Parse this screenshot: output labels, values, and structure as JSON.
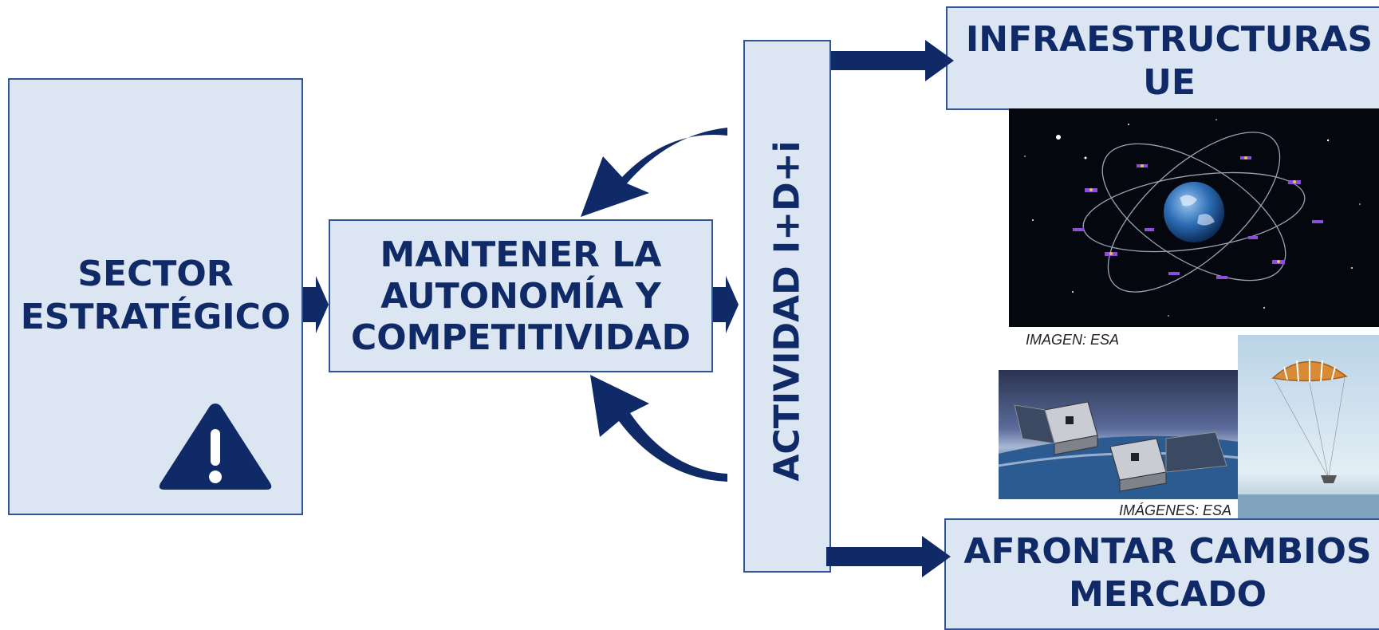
{
  "boxes": {
    "sector": {
      "line1": "SECTOR",
      "line2": "ESTRATÉGICO"
    },
    "mantener": {
      "line1": "MANTENER LA",
      "line2": "AUTONOMÍA Y",
      "line3": "COMPETITIVIDAD"
    },
    "actividad": {
      "label": "ACTIVIDAD I+D+i"
    },
    "infra": {
      "line1": "INFRAESTRUCTURAS",
      "line2": "UE"
    },
    "afrontar": {
      "line1": "AFRONTAR CAMBIOS",
      "line2": "MERCADO"
    }
  },
  "captions": {
    "image_top": "IMAGEN: ESA",
    "images_bottom": "IMÁGENES: ESA"
  },
  "icons": {
    "warning": "warning-triangle-icon"
  },
  "colors": {
    "navy": "#0f2a66",
    "box_fill": "#dce6f2",
    "box_border": "#2f5597"
  }
}
